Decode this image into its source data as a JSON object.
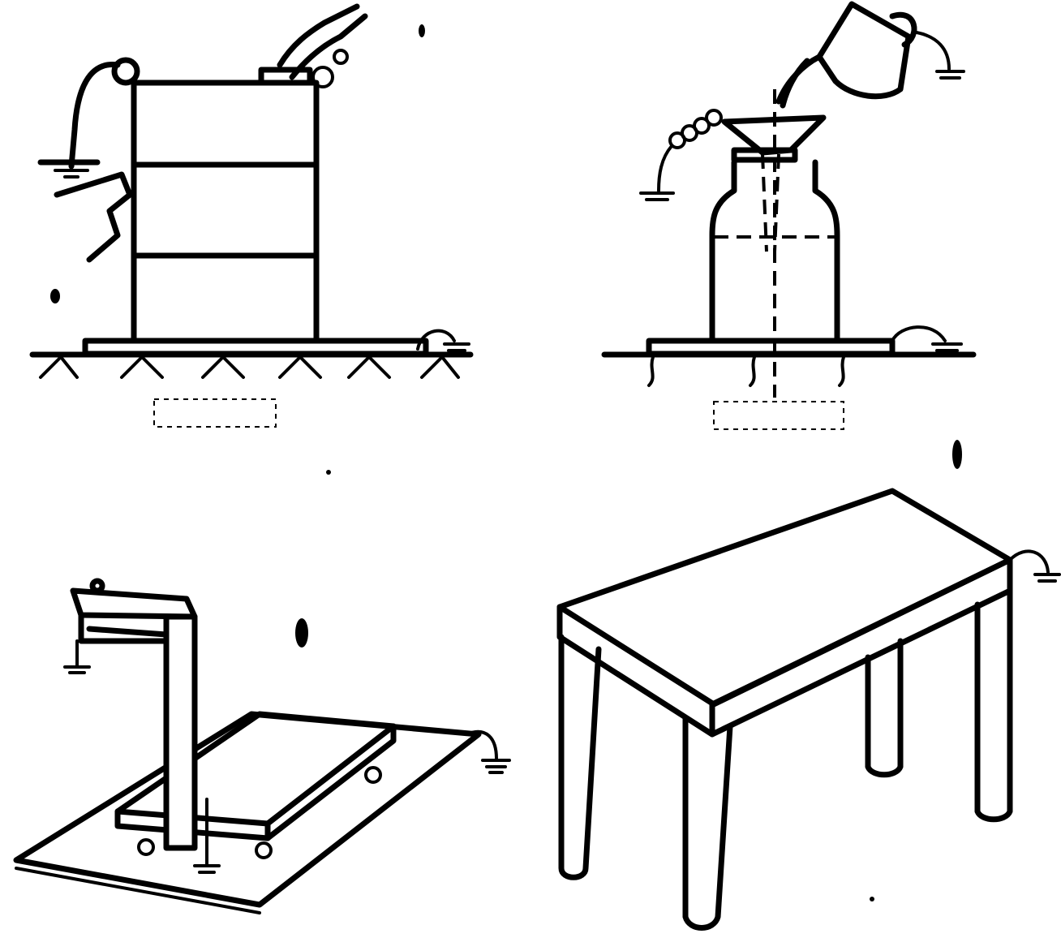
{
  "figure": {
    "panels": [
      {
        "id": "drum",
        "caption": ""
      },
      {
        "id": "bottle",
        "caption": ""
      },
      {
        "id": "scale",
        "caption": ""
      },
      {
        "id": "table",
        "caption": ""
      }
    ],
    "ink_color": "#000000",
    "paper_color": "#ffffff"
  }
}
